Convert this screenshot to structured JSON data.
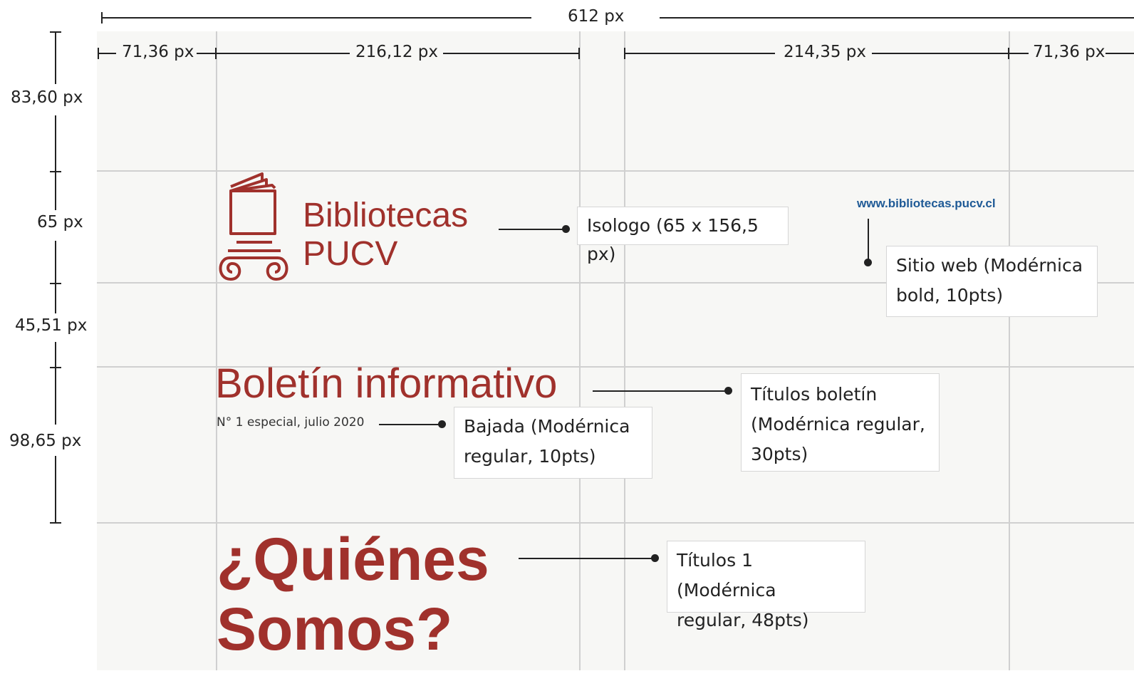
{
  "measurements": {
    "total_width": "612 px",
    "col_margin_left": "71,36 px",
    "col_1": "216,12 px",
    "col_2": "214,35 px",
    "col_margin_right": "71,36 px",
    "row_1": "83,60 px",
    "row_2": "65 px",
    "row_3": "45,51 px",
    "row_4": "98,65 px"
  },
  "logo": {
    "line1": "Bibliotecas",
    "line2": "PUCV",
    "icon": "book-column-icon"
  },
  "website": "www.bibliotecas.pucv.cl",
  "bulletin_title": "Boletín informativo",
  "subtitle": "N° 1 especial, julio 2020",
  "heading": {
    "line1": "¿Quiénes",
    "line2": "Somos?"
  },
  "annotations": {
    "isologo": "Isologo (65 x 156,5 px)",
    "website_line1": "Sitio web (Modérnica",
    "website_line2": "bold, 10pts)",
    "titles_line1": "Títulos boletín",
    "titles_line2": "(Modérnica regular,",
    "titles_line3": "30pts)",
    "bajada_line1": "Bajada (Modérnica",
    "bajada_line2": "regular, 10pts)",
    "titulos1_line1": "Títulos 1 (Modérnica",
    "titulos1_line2": "regular, 48pts)"
  },
  "colors": {
    "brand": "#a0312c",
    "link": "#1f5a96",
    "grid": "#d0d0d0",
    "canvas": "#f7f7f5"
  }
}
